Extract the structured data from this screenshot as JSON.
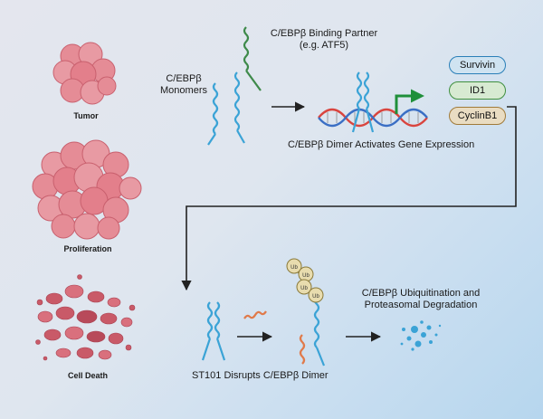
{
  "cells": {
    "tumor_label": "Tumor",
    "proliferation_label": "Proliferation",
    "cell_death_label": "Cell Death"
  },
  "top_pathway": {
    "monomers_label_line1": "C/EBPβ",
    "monomers_label_line2": "Monomers",
    "partner_label_line1": "C/EBPβ Binding Partner",
    "partner_label_line2": "(e.g. ATF5)",
    "dimer_caption": "C/EBPβ Dimer Activates Gene Expression"
  },
  "target_genes": [
    {
      "name": "Survivin",
      "color": "#cfe3f1",
      "border": "#2a7fb8"
    },
    {
      "name": "ID1",
      "color": "#d7ead2",
      "border": "#3f8f3f"
    },
    {
      "name": "CyclinB1",
      "color": "#e9dcc2",
      "border": "#a07a3a"
    }
  ],
  "bottom_pathway": {
    "disrupt_caption": "ST101 Disrupts C/EBPβ Dimer",
    "ub_tag": "Ub",
    "degradation_line1": "C/EBPβ Ubiquitination and",
    "degradation_line2": "Proteasomal Degradation"
  },
  "colors": {
    "helix_blue": "#3ba3d6",
    "helix_green": "#3e8a4a",
    "helix_orange": "#e07a4a",
    "dna_red": "#d9453f",
    "dna_blue": "#3b6fc4",
    "arrow_green": "#1f8f3a",
    "cell_pink": "#e58c96"
  }
}
